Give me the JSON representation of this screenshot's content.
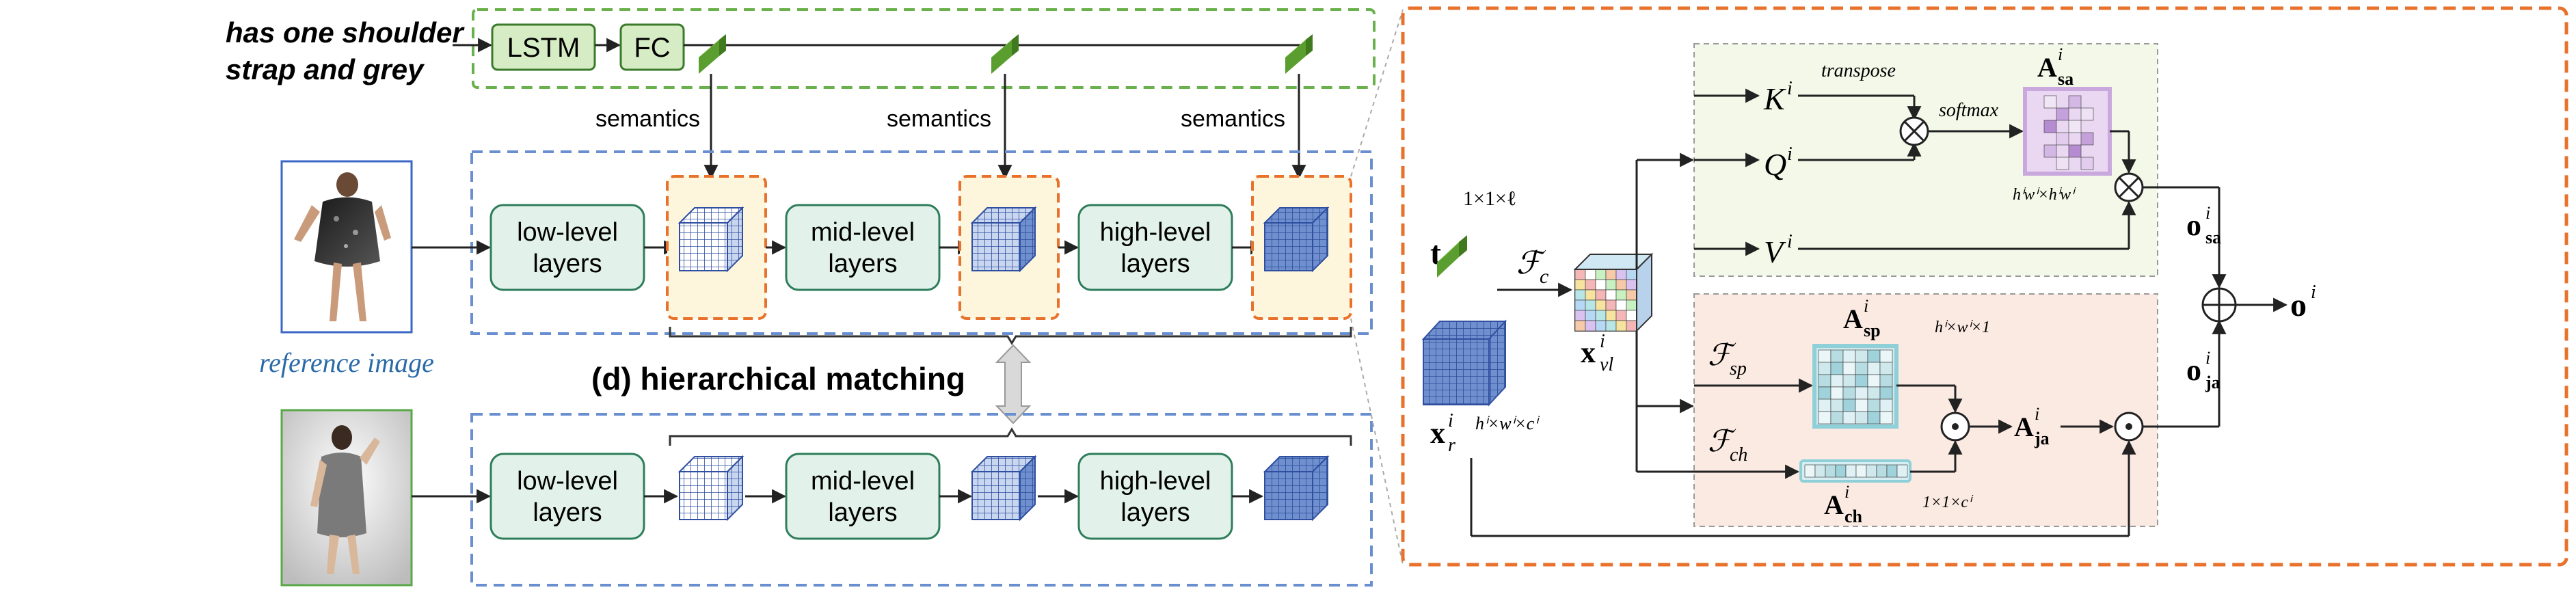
{
  "query_text": {
    "line1": "has one shoulder",
    "line2": "strap and grey"
  },
  "text_encoder": {
    "lstm": "LSTM",
    "fc": "FC"
  },
  "semantics_label": "semantics",
  "layers": {
    "low": [
      "low-level",
      "layers"
    ],
    "mid": [
      "mid-level",
      "layers"
    ],
    "high": [
      "high-level",
      "layers"
    ]
  },
  "reference_caption": "reference image",
  "matching_title": "(d) hierarchical matching",
  "detail": {
    "t_label": "t",
    "t_dim": "1×1×ℓ",
    "fc_label": "ℱ",
    "fc_sub": "c",
    "xvl_label": "x",
    "xvl_sup": "i",
    "xvl_sub": "vl",
    "xr_label": "x",
    "xr_sup": "i",
    "xr_sub": "r",
    "xr_dim": "hⁱ×wⁱ×cⁱ",
    "K": "K",
    "Q": "Q",
    "V": "V",
    "sup_i": "i",
    "transpose": "transpose",
    "softmax": "softmax",
    "A": "A",
    "sa": "sa",
    "sp": "sp",
    "ch": "ch",
    "ja": "ja",
    "A_sa_dim": "hⁱwⁱ×hⁱwⁱ",
    "A_sp_dim": "hⁱ×wⁱ×1",
    "A_ch_dim": "1×1×cⁱ",
    "F_sp_label": "ℱ",
    "F_sp_sub": "sp",
    "F_ch_label": "ℱ",
    "F_ch_sub": "ch",
    "o": "o",
    "o_sa_sub": "sa",
    "o_ja_sub": "ja"
  },
  "colors": {
    "green_border": "#6ab04c",
    "blue_border": "#6a8fd0",
    "orange_border": "#e8722c",
    "box_fill": "#e6f4ec",
    "box_stroke": "#2e7d5b",
    "cube_fill": "#7f9ed8",
    "attn_purple": "#c9a8dd",
    "attn_teal": "#8fd0d8"
  }
}
